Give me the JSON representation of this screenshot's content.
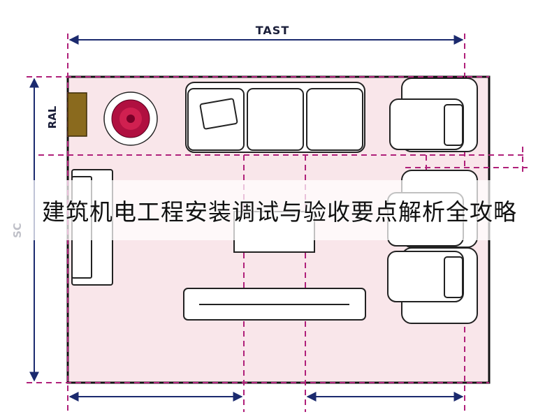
{
  "diagram": {
    "top_dimension_label": "TAST",
    "left_short_label": "RAL",
    "left_dimension_label": "SC",
    "colors": {
      "floor": "#f9e6ea",
      "guide_line": "#b0207a",
      "dimension_line": "#1b2a6e",
      "wall": "#111111",
      "cabinet": "#8a6a1e",
      "rug": "#b01040"
    }
  },
  "banner": {
    "title": "建筑机电工程安装调试与验收要点解析全攻略"
  }
}
